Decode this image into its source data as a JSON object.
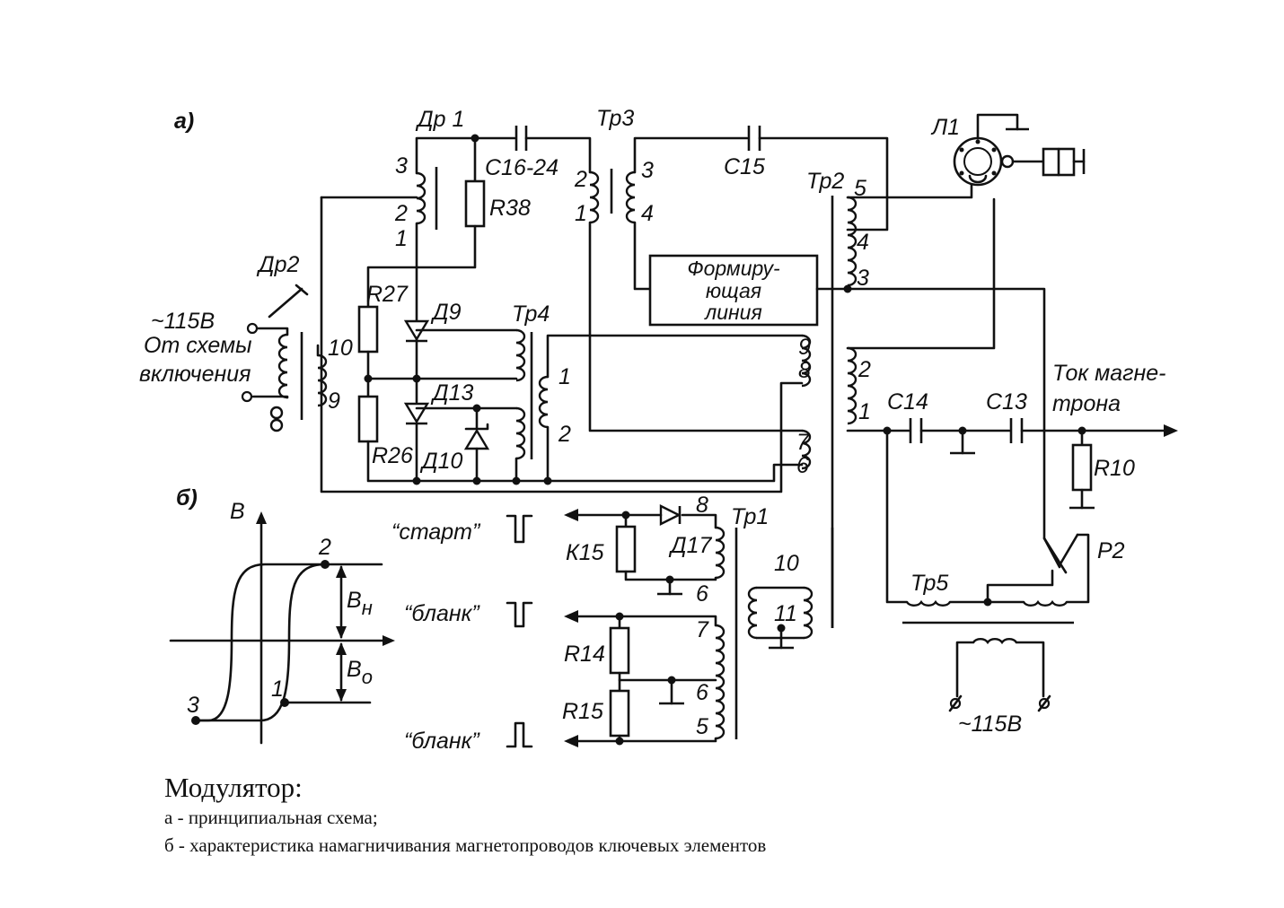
{
  "panel_labels": {
    "a": "а)",
    "b": "б)"
  },
  "components": {
    "dr1": "Др 1",
    "dr2": "Др2",
    "tr3": "Тр3",
    "tr2": "Тр2",
    "tr4": "Тр4",
    "tr1": "Тр1",
    "tr5": "Тр5",
    "l1": "Л1",
    "c16_24": "С16-24",
    "c15": "С15",
    "c14": "С14",
    "c13": "С13",
    "r38": "R38",
    "r27": "R27",
    "r26": "R26",
    "r10": "R10",
    "r14": "R14",
    "r15": "R15",
    "d9": "Д9",
    "d13": "Д13",
    "d10": "Д10",
    "d17": "Д17",
    "k15": "К15",
    "p2": "Р2"
  },
  "forming_line": [
    "Формиру-",
    "ющая",
    "линия"
  ],
  "source": {
    "voltage": "~115В",
    "line1": "От схемы",
    "line2": "включения"
  },
  "mains": "~115В",
  "current_label": [
    "Ток магне-",
    "трона"
  ],
  "pins": {
    "dr1_3": "3",
    "dr1_2": "2",
    "dr1_1": "1",
    "tr3_2": "2",
    "tr3_1": "1",
    "tr3_3": "3",
    "tr3_4": "4",
    "tr2_5": "5",
    "tr2_4": "4",
    "tr2_3": "3",
    "tr2_2": "2",
    "tr2_1": "1",
    "dr2_10": "10",
    "dr2_9": "9",
    "tr4_1": "1",
    "tr4_2": "2",
    "right_9": "9",
    "right_8": "8",
    "right_7": "7",
    "right_6": "6",
    "tr1_8": "8",
    "tr1_6a": "6",
    "tr1_7": "7",
    "tr1_6b": "6",
    "tr1_5": "5",
    "tr1_10": "10",
    "tr1_11": "11"
  },
  "signals": {
    "start": "“старт”",
    "blank1": "“бланк”",
    "blank2": "“бланк”"
  },
  "hysteresis": {
    "axis_b": "В",
    "p1": "1",
    "p2": "2",
    "p3": "3",
    "bn_main": "В",
    "bn_sub": "н",
    "bo_main": "В",
    "bo_sub": "о"
  },
  "caption": {
    "title": "Модулятор:",
    "line_a": "а - принципиальная схема;",
    "line_b": "б - характеристика намагничивания магнетопроводов ключевых элементов"
  }
}
